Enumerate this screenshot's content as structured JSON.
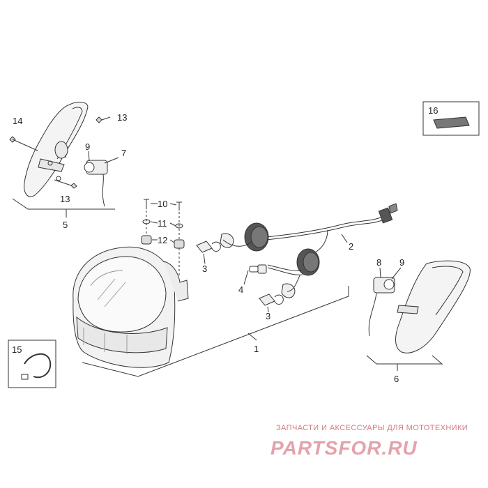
{
  "diagram": {
    "callouts": {
      "c1": "1",
      "c2": "2",
      "c3a": "3",
      "c3b": "3",
      "c4": "4",
      "c5": "5",
      "c6": "6",
      "c7": "7",
      "c8": "8",
      "c9a": "9",
      "c9b": "9",
      "c10": "10",
      "c11": "11",
      "c12": "12",
      "c13a": "13",
      "c13b": "13",
      "c14": "14",
      "c15": "15",
      "c16": "16"
    }
  },
  "watermark": {
    "line": "ЗАПЧАСТИ И АКСЕССУАРЫ ДЛЯ МОТОТЕХНИКИ",
    "logo": "PARTSFOR.RU"
  },
  "colors": {
    "ink": "#333333",
    "watermark": "#d27b84",
    "logo": "#e3a3aa"
  }
}
